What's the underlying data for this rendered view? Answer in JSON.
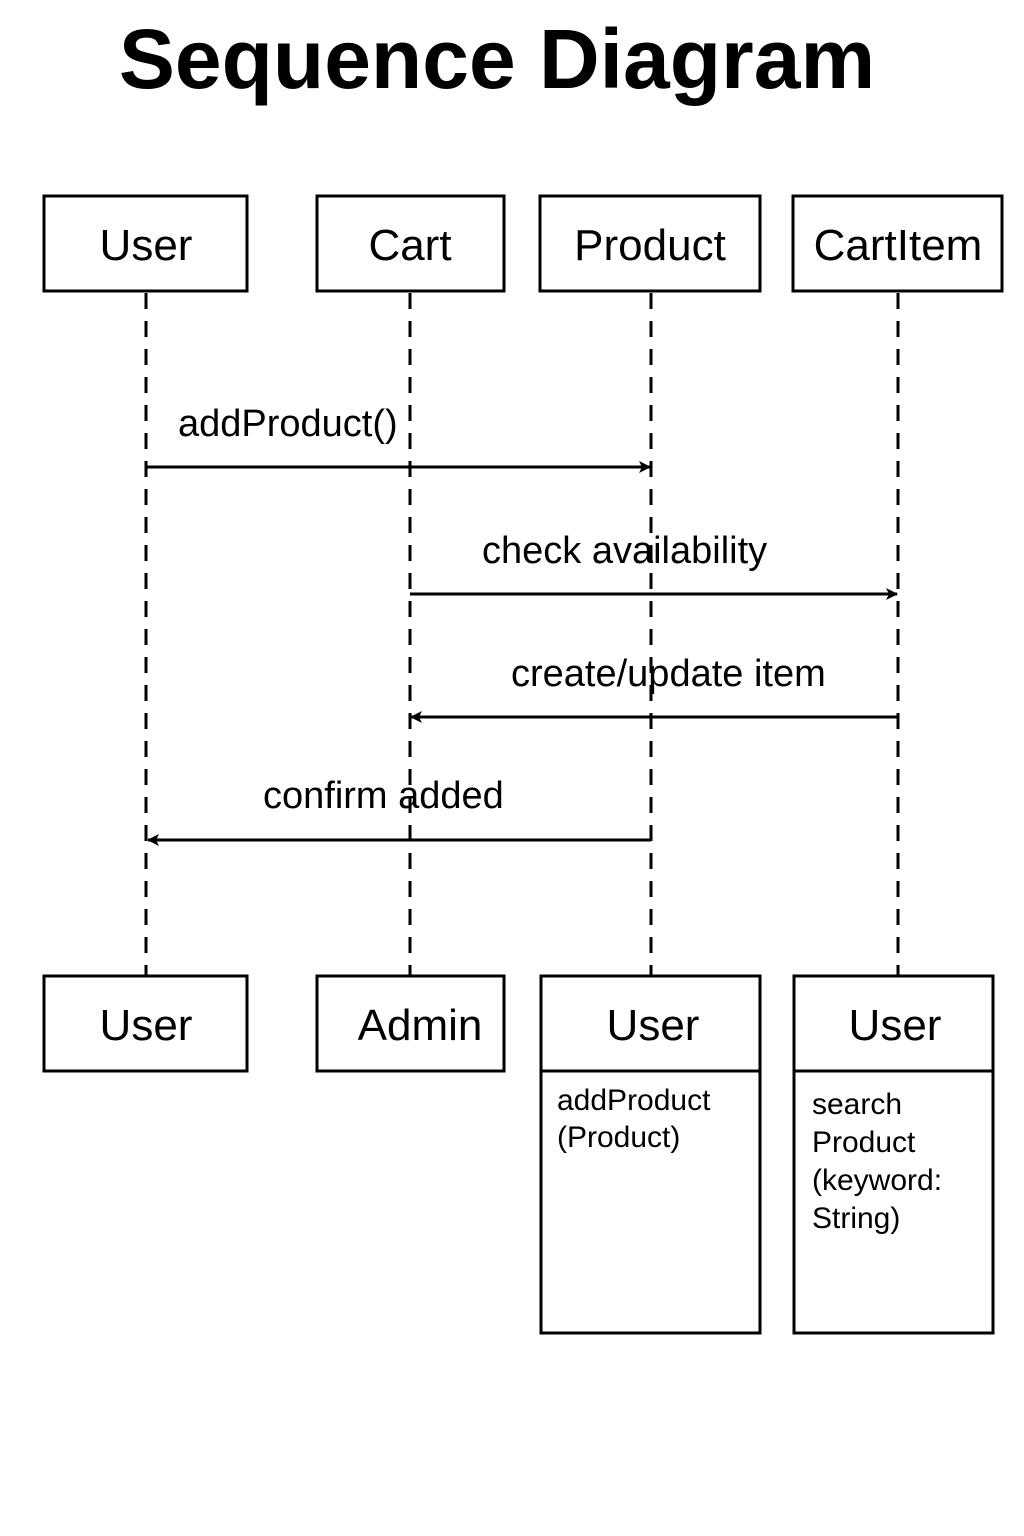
{
  "title": "Sequence Diagram",
  "participants": {
    "user": "User",
    "cart": "Cart",
    "product": "Product",
    "cart_item": "CartItem"
  },
  "messages": {
    "add_product": "addProduct()",
    "check_availability": "check availability",
    "create_update_item": "create/update item",
    "confirm_added": "confirm added"
  },
  "bottom_boxes": {
    "user_1": "User",
    "admin": "Admin",
    "user_2": {
      "label": "User",
      "ops": [
        "addProduct",
        "(Product)"
      ]
    },
    "user_3": {
      "label": "User",
      "ops": [
        "search",
        "Product",
        "(keyword:",
        "String)"
      ]
    }
  }
}
